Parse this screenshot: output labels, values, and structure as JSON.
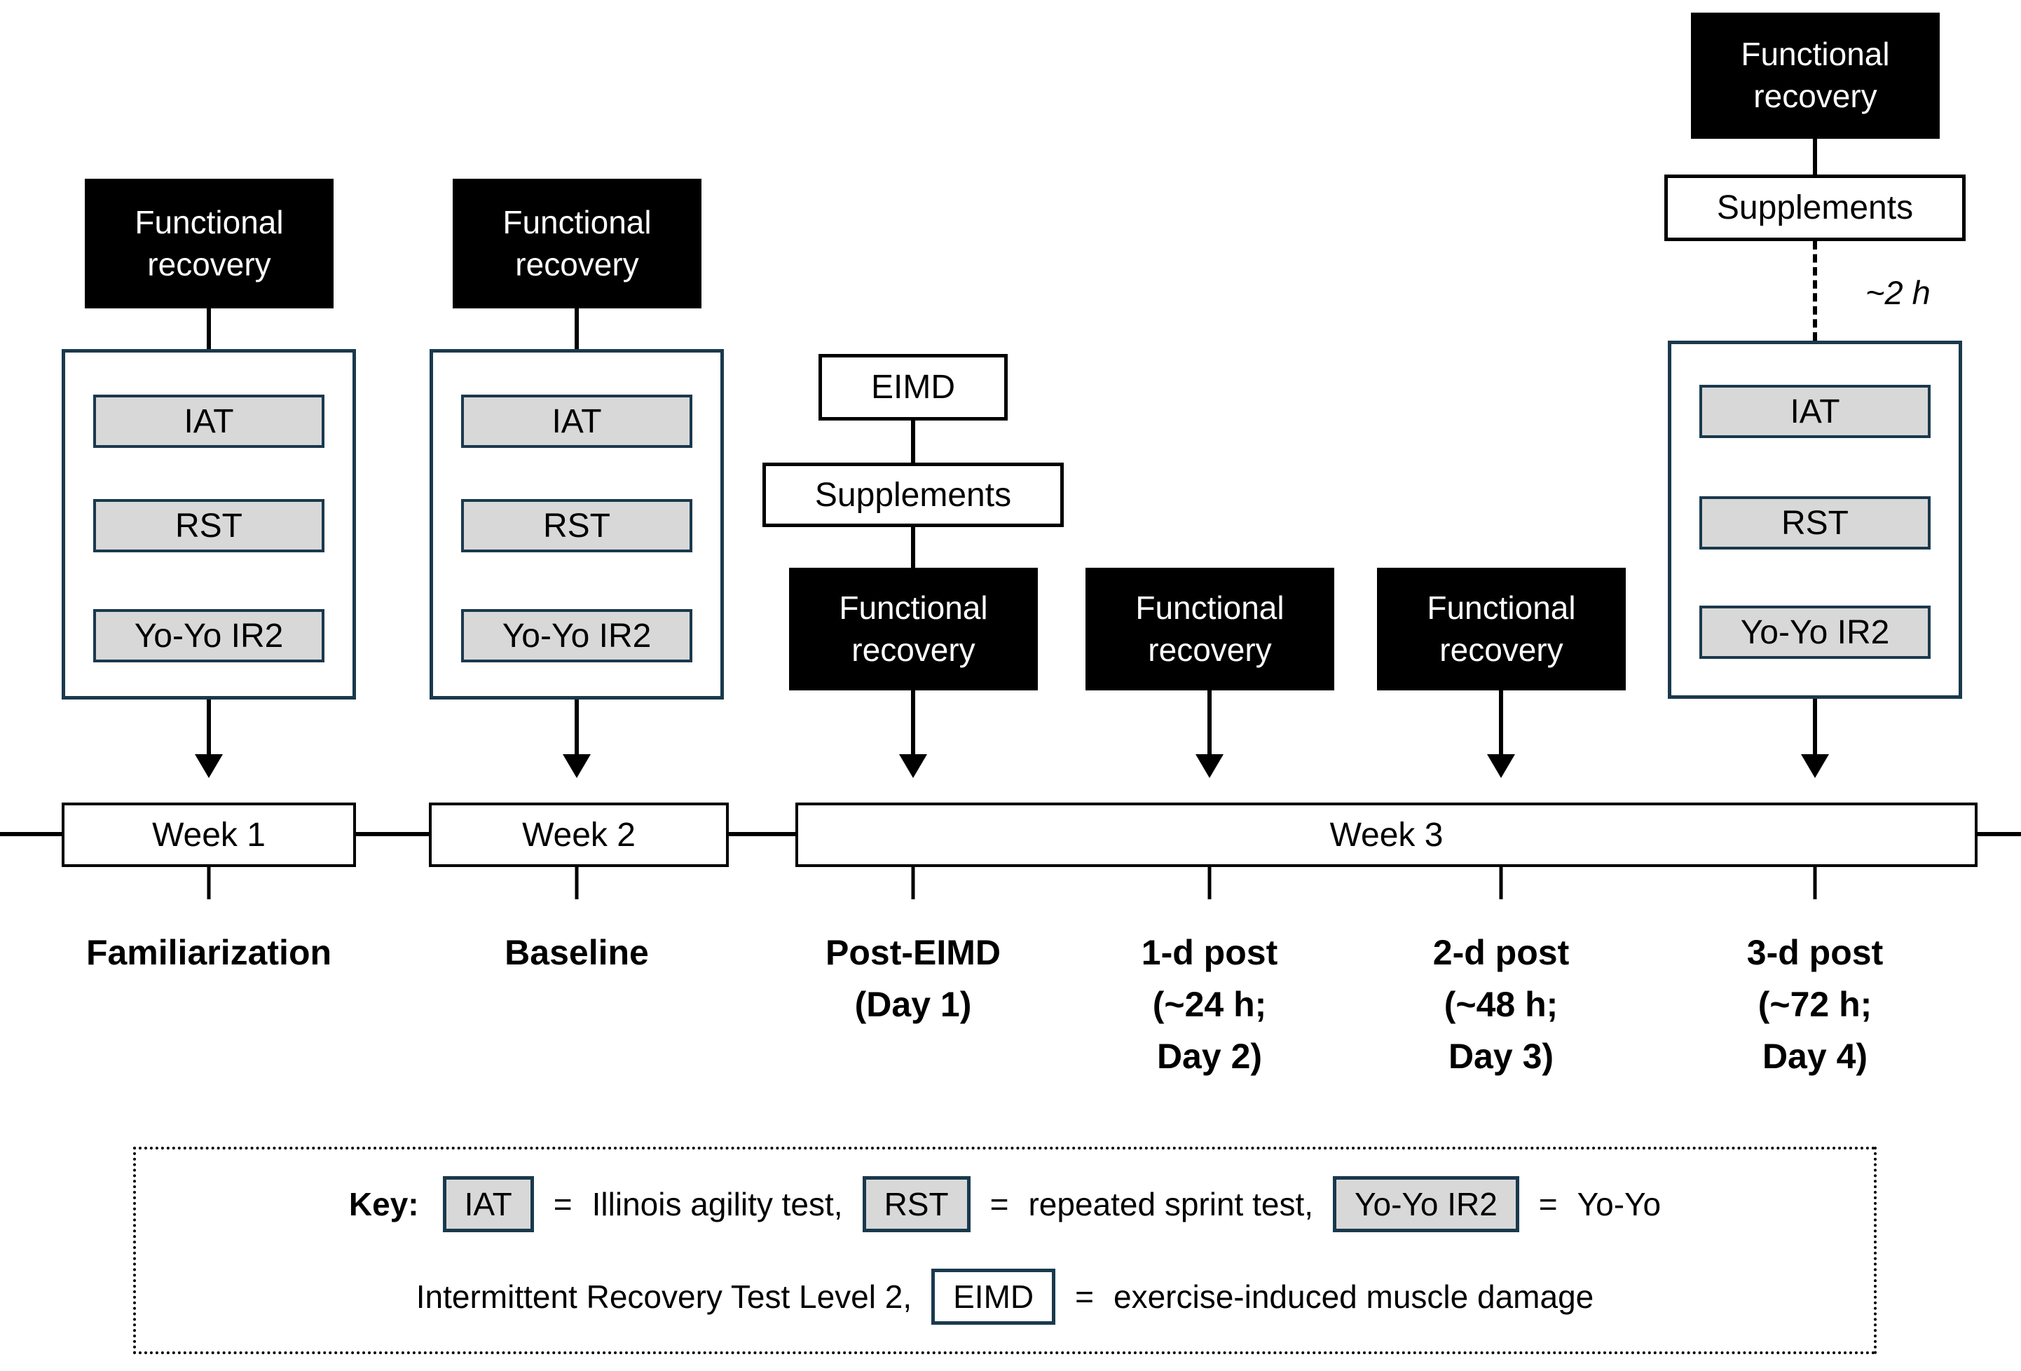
{
  "figure": {
    "functional_recovery": {
      "line1": "Functional",
      "line2": "recovery"
    },
    "tests": {
      "iat": "IAT",
      "rst": "RST",
      "yoyo": "Yo-Yo IR2"
    },
    "eimd": "EIMD",
    "supplements": "Supplements",
    "supplement_delay": "~2 h"
  },
  "timeline": {
    "week1": "Week 1",
    "week2": "Week 2",
    "week3": "Week 3",
    "labels": {
      "familiarization": {
        "l1": "Familiarization"
      },
      "baseline": {
        "l1": "Baseline"
      },
      "post_eimd": {
        "l1": "Post-EIMD",
        "l2": "(Day 1)"
      },
      "post1": {
        "l1": "1-d post",
        "l2": "(~24 h;",
        "l3": "Day 2)"
      },
      "post2": {
        "l1": "2-d post",
        "l2": "(~48 h;",
        "l3": "Day 3)"
      },
      "post3": {
        "l1": "3-d post",
        "l2": "(~72 h;",
        "l3": "Day 4)"
      }
    }
  },
  "key": {
    "title": "Key:",
    "eq": "=",
    "iat": "IAT",
    "iat_def": "Illinois agility test,",
    "rst": "RST",
    "rst_def": "repeated sprint test,",
    "yoyo": "Yo-Yo IR2",
    "yoyo_def": "Yo-Yo",
    "line2_text": "Intermittent Recovery Test Level 2,",
    "eimd": "EIMD",
    "eimd_def": "exercise-induced muscle damage"
  },
  "colors": {
    "black_box": "#000000",
    "container_border": "#1a394d",
    "gray_fill": "#d8d8d8",
    "line": "#000000"
  }
}
